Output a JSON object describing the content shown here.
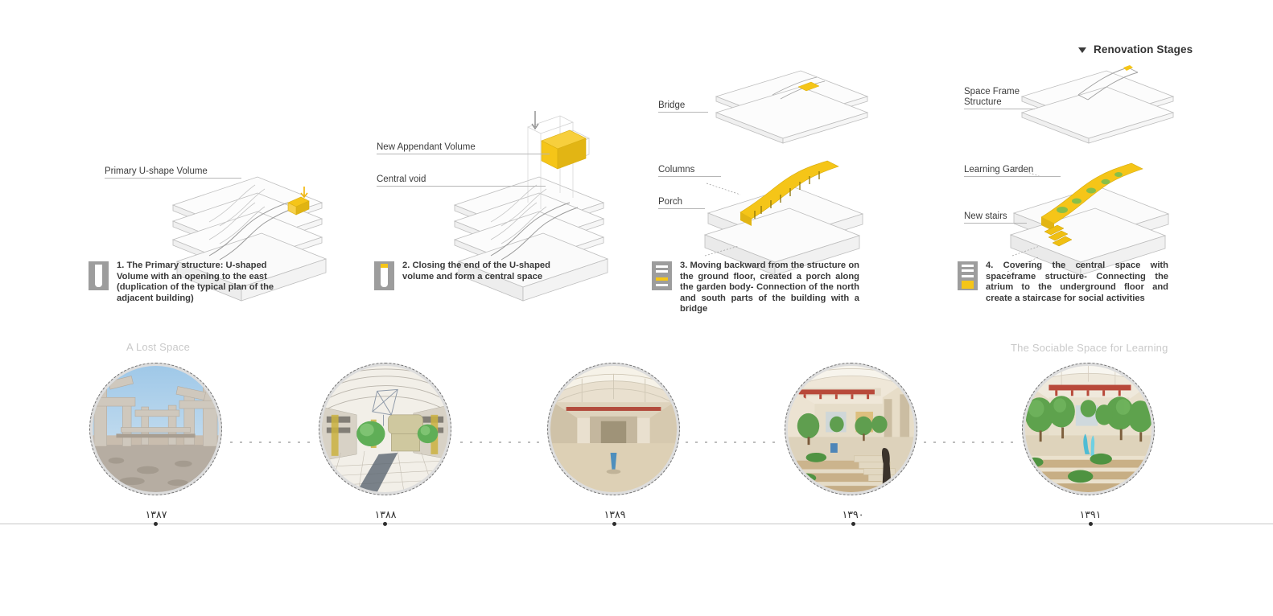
{
  "legend": {
    "label": "Renovation Stages",
    "caret_icon": "chevron-down-icon"
  },
  "stages": [
    {
      "number": "1",
      "caption": "1. The Primary structure: U-shaped Volume with an opening to the east (duplication of the typical plan of the adjacent building)",
      "labels": [
        "Primary U-shape Volume"
      ]
    },
    {
      "number": "2",
      "caption": "2. Closing the end of the U-shaped volume and form a central space",
      "labels": [
        "New Appendant Volume",
        "Central void"
      ]
    },
    {
      "number": "3",
      "caption": "3. Moving backward from the structure on the ground floor, created a porch along the garden body- Connection of the north and south parts of the building with a bridge",
      "labels": [
        "Bridge",
        "Columns",
        "Porch"
      ]
    },
    {
      "number": "4",
      "caption": "4. Covering the central space with spaceframe structure- Connecting the atrium to the underground floor and create a staircase for social activities",
      "labels": [
        "Space Frame Structure",
        "Learning Garden",
        "New stairs"
      ]
    }
  ],
  "timeline": {
    "start_title": "A Lost Space",
    "end_title": "The Sociable  Space for Learning",
    "entries": [
      {
        "date": "۱۳۸۷",
        "photo": "concrete-skeleton-photo"
      },
      {
        "date": "۱۳۸۸",
        "photo": "hand-drawn-rendering"
      },
      {
        "date": "۱۳۸۹",
        "photo": "empty-atrium-photo"
      },
      {
        "date": "۱۳۹۰",
        "photo": "planted-atrium-stairs-photo"
      },
      {
        "date": "۱۳۹۱",
        "photo": "mature-garden-atrium-photo"
      }
    ]
  },
  "colors": {
    "accent_yellow": "#f5c518",
    "line_gray": "#b6b6b6",
    "text_dark": "#3a3a3a",
    "muted_title": "#c9c9c9"
  }
}
